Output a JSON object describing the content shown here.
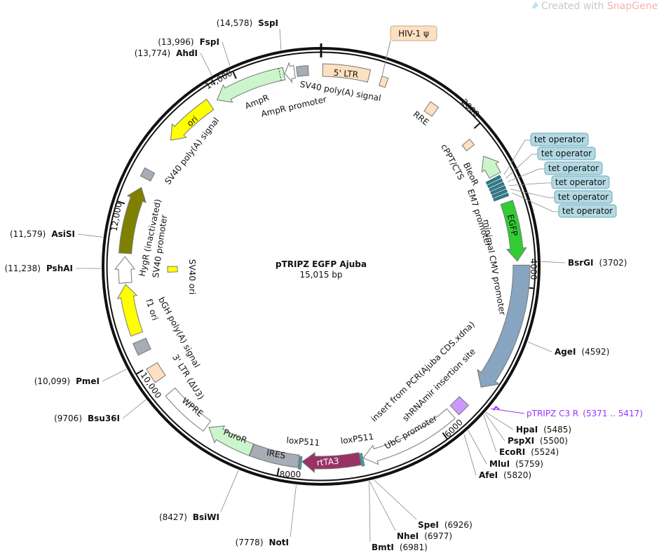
{
  "watermark": {
    "prefix": "Created with ",
    "brand": "SnapGene",
    "suffix": "®"
  },
  "plasmid": {
    "name": "pTRIPZ EGFP Ajuba",
    "size_label": "15,015 bp",
    "length": 15015
  },
  "ticks": [
    {
      "pos": 2000,
      "label": "2000"
    },
    {
      "pos": 4000,
      "label": "4000"
    },
    {
      "pos": 6000,
      "label": "6000"
    },
    {
      "pos": 8000,
      "label": "8000"
    },
    {
      "pos": 10000,
      "label": "10,000"
    },
    {
      "pos": 12000,
      "label": "12,000"
    },
    {
      "pos": 14000,
      "label": "14,000"
    }
  ],
  "features": [
    {
      "label": "5' LTR",
      "start": 20,
      "end": 590,
      "dir": 0,
      "color": "#fde0c2"
    },
    {
      "label": "HIV-1 ψ",
      "start": 740,
      "end": 820,
      "dir": 0,
      "color": "#fde0c2"
    },
    {
      "label": "RRE",
      "start": 1400,
      "end": 1520,
      "dir": 0,
      "color": "#fde0c2"
    },
    {
      "label": "cPPT/CTS",
      "start": 2060,
      "end": 2150,
      "dir": 0,
      "color": "#fde0c2"
    },
    {
      "label": "BleoR",
      "start": 2330,
      "end": 2600,
      "dir": -1,
      "color": "#ccf5cc"
    },
    {
      "label": "tet operator",
      "start": 2620,
      "end": 2900,
      "dir": 0,
      "color": "#2f7f8f"
    },
    {
      "label": "EM7 promoter",
      "start": 2560,
      "end": 2600,
      "dir": 0,
      "color": "#ffffff"
    },
    {
      "label": "EGFP",
      "start": 2960,
      "end": 3690,
      "dir": 1,
      "color": "#33cc33"
    },
    {
      "label": "minimal CMV promoter",
      "start": 3740,
      "end": 5300,
      "dir": 1,
      "color": "#87a5c0"
    },
    {
      "label": "shRNAmir insertion site",
      "start": 5560,
      "end": 5720,
      "dir": 0,
      "color": "#cc99ff"
    },
    {
      "label": "UbC promoter",
      "start": 5780,
      "end": 6990,
      "dir": 1,
      "color": "#ffffff"
    },
    {
      "label": "loxP511",
      "start": 6995,
      "end": 7025,
      "dir": 0,
      "color": "#3aa0b0"
    },
    {
      "label": "rtTA3",
      "start": 7030,
      "end": 7740,
      "dir": 1,
      "color": "#993366"
    },
    {
      "label": "loxP511",
      "start": 7745,
      "end": 7775,
      "dir": 0,
      "color": "#3aa0b0"
    },
    {
      "label": "IRES",
      "start": 7780,
      "end": 8370,
      "dir": 0,
      "color": "#a6adb4"
    },
    {
      "label": "PuroR",
      "start": 8375,
      "end": 8960,
      "dir": 1,
      "color": "#ccf5cc"
    },
    {
      "label": "WPRE",
      "start": 8990,
      "end": 9600,
      "dir": 0,
      "color": "#ffffff"
    },
    {
      "label": "3' LTR (ΔU3)",
      "start": 9800,
      "end": 9990,
      "dir": 0,
      "color": "#fde0c2"
    },
    {
      "label": "bGH poly(A) signal",
      "start": 10180,
      "end": 10330,
      "dir": 0,
      "color": "#a6adb4"
    },
    {
      "label": "f1 ori",
      "start": 10420,
      "end": 11040,
      "dir": 1,
      "color": "#ffff00"
    },
    {
      "label": "SV40 promoter",
      "start": 11060,
      "end": 11380,
      "dir": 1,
      "color": "#ffffff"
    },
    {
      "label": "HygR (inactivated)",
      "start": 11420,
      "end": 12250,
      "dir": 1,
      "color": "#808000"
    },
    {
      "label": "SV40 poly(A) signal",
      "start": 12370,
      "end": 12480,
      "dir": 0,
      "color": "#a6adb4"
    },
    {
      "label": "ori",
      "start": 12930,
      "end": 13580,
      "dir": -1,
      "color": "#ffff00"
    },
    {
      "label": "AmpR",
      "start": 13680,
      "end": 14560,
      "dir": -1,
      "color": "#ccf5cc"
    },
    {
      "label": "AmpR promoter",
      "start": 14570,
      "end": 14690,
      "dir": -1,
      "color": "#ffffff"
    },
    {
      "label": "SV40 poly(A) signal",
      "start": 14720,
      "end": 14860,
      "dir": 0,
      "color": "#a6adb4"
    },
    {
      "label": "SV40 ori",
      "start": 11170,
      "end": 11260,
      "dir": 0,
      "color": "#ffff00"
    }
  ],
  "insert_label": "insert from PCR(Ajuba CDS.xdna)",
  "tet_operators": [
    "tet operator",
    "tet operator",
    "tet operator",
    "tet operator",
    "tet operator",
    "tet operator"
  ],
  "tet_color": "#b3d9e3",
  "primer": {
    "name": "pTRIPZ C3 R",
    "range": "(5371 .. 5417)",
    "start": 5371,
    "end": 5417,
    "color": "#9933ff"
  },
  "enzymes": [
    {
      "name": "SspI",
      "pos": 14578,
      "pos_label": "(14,578)"
    },
    {
      "name": "FspI",
      "pos": 13996,
      "pos_label": "(13,996)"
    },
    {
      "name": "AhdI",
      "pos": 13774,
      "pos_label": "(13,774)"
    },
    {
      "name": "AsiSI",
      "pos": 11579,
      "pos_label": "(11,579)"
    },
    {
      "name": "PshAI",
      "pos": 11238,
      "pos_label": "(11,238)"
    },
    {
      "name": "PmeI",
      "pos": 10099,
      "pos_label": "(10,099)"
    },
    {
      "name": "Bsu36I",
      "pos": 9706,
      "pos_label": "(9706)"
    },
    {
      "name": "BsiWI",
      "pos": 8427,
      "pos_label": "(8427)"
    },
    {
      "name": "NotI",
      "pos": 7778,
      "pos_label": "(7778)"
    },
    {
      "name": "BsrGI",
      "pos": 3702,
      "pos_label": "(3702)"
    },
    {
      "name": "AgeI",
      "pos": 4592,
      "pos_label": "(4592)"
    },
    {
      "name": "HpaI",
      "pos": 5485,
      "pos_label": "(5485)"
    },
    {
      "name": "PspXI",
      "pos": 5500,
      "pos_label": "(5500)"
    },
    {
      "name": "EcoRI",
      "pos": 5524,
      "pos_label": "(5524)"
    },
    {
      "name": "MluI",
      "pos": 5759,
      "pos_label": "(5759)"
    },
    {
      "name": "AfeI",
      "pos": 5820,
      "pos_label": "(5820)"
    },
    {
      "name": "SpeI",
      "pos": 6926,
      "pos_label": "(6926)"
    },
    {
      "name": "NheI",
      "pos": 6977,
      "pos_label": "(6977)"
    },
    {
      "name": "BmtI",
      "pos": 6981,
      "pos_label": "(6981)"
    }
  ]
}
